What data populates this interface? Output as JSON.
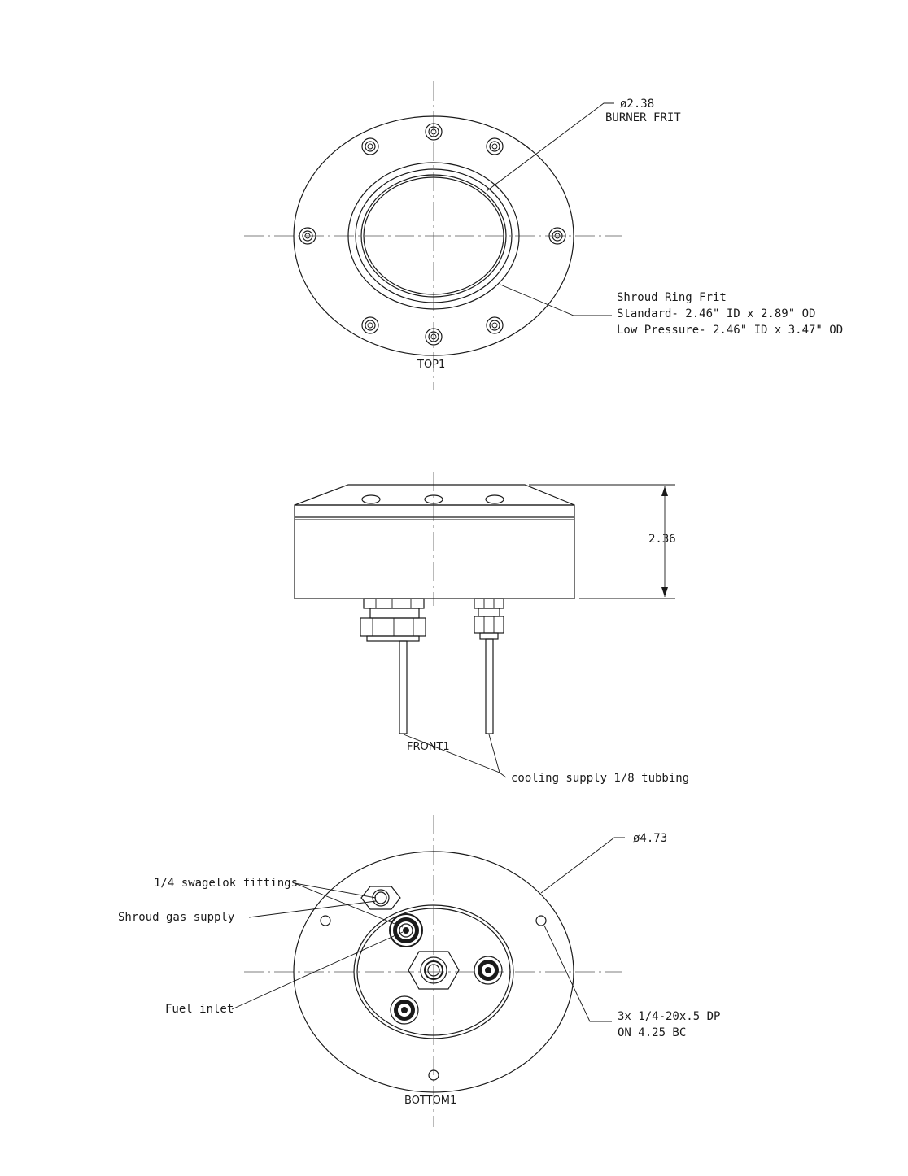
{
  "views": {
    "top": "TOP1",
    "front": "FRONT1",
    "bottom": "BOTTOM1"
  },
  "top_notes": {
    "frit_dia": "ø2.38",
    "frit_label": "BURNER FRIT",
    "shroud_title": "Shroud Ring Frit",
    "shroud_standard": "Standard- 2.46\" ID x 2.89\" OD",
    "shroud_low": "Low Pressure- 2.46\" ID x 3.47\" OD"
  },
  "front_notes": {
    "height": "2.36",
    "cooling": "cooling supply 1/8 tubbing"
  },
  "bottom_notes": {
    "diameter": "ø4.73",
    "swagelok": "1/4 swagelok fittings",
    "shroud_gas": "Shroud gas supply",
    "fuel": "Fuel inlet",
    "holes_line1": "3x 1/4-20x.5 DP",
    "holes_line2": "ON 4.25 BC"
  }
}
